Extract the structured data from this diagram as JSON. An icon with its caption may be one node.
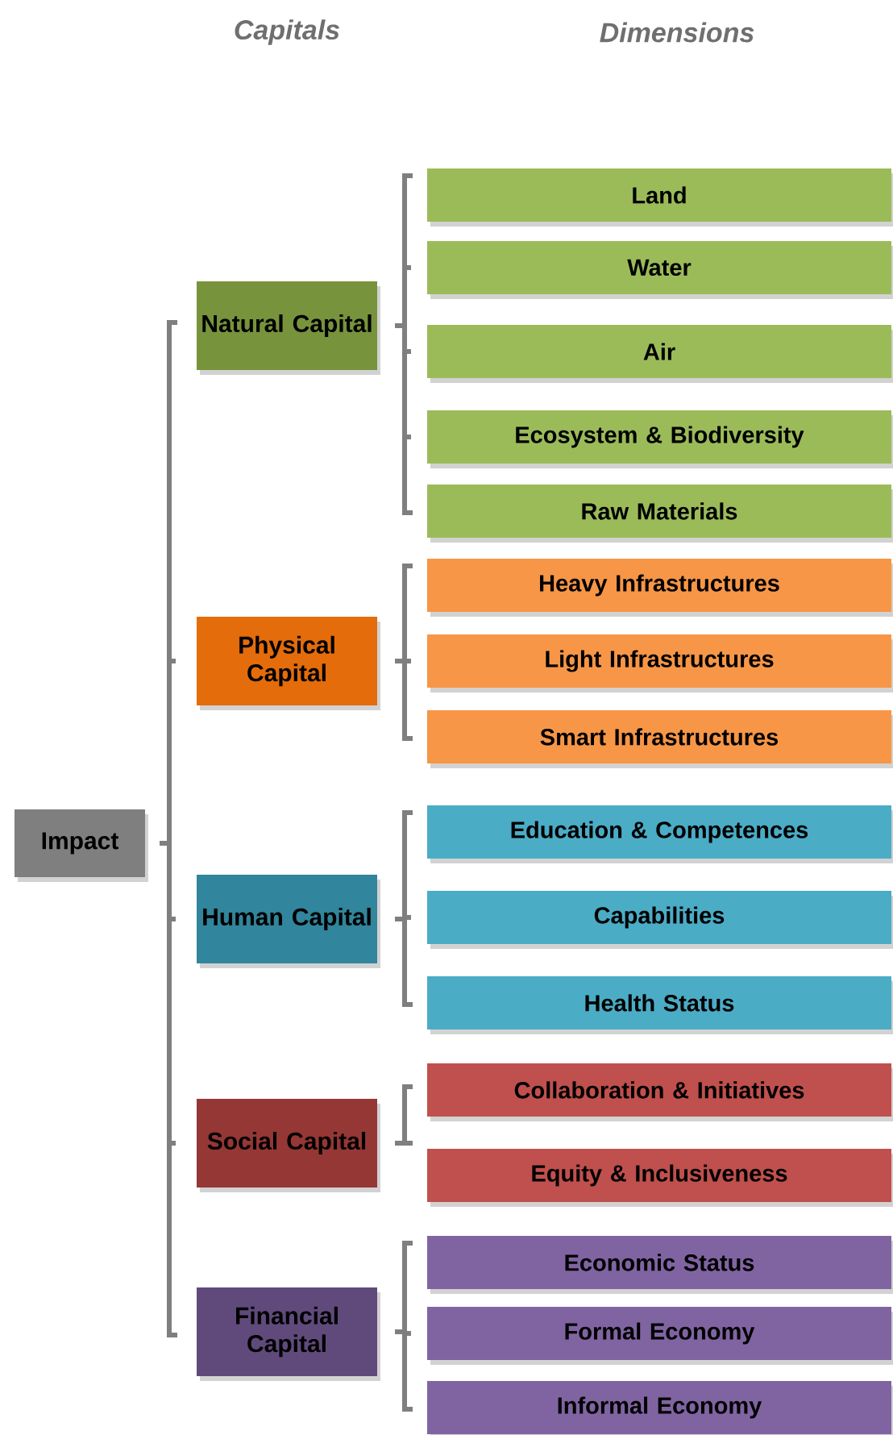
{
  "diagram": {
    "nodes": [
      {
        "text": [
          "Impact"
        ]
      },
      {
        "text": [
          "Natural Capital"
        ]
      },
      {
        "text": [
          "Physical Capital"
        ]
      },
      {
        "text": [
          "Human Capital"
        ]
      },
      {
        "text": [
          "Social Capital"
        ]
      },
      {
        "text": [
          "Financial Capital"
        ]
      },
      {
        "text": [
          "Land"
        ]
      },
      {
        "text": [
          "Water"
        ]
      },
      {
        "text": [
          "Air"
        ]
      },
      {
        "text": [
          "Ecosystem & Biodiversity"
        ]
      },
      {
        "text": [
          "Raw Materials"
        ]
      },
      {
        "text": [
          "Heavy Infrastructures"
        ]
      },
      {
        "text": [
          "Light Infrastructures"
        ]
      },
      {
        "text": [
          "Smart Infrastructures"
        ]
      },
      {
        "text": [
          "Education & Competences"
        ]
      },
      {
        "text": [
          "Capabilities"
        ]
      },
      {
        "text": [
          "Health Status"
        ]
      },
      {
        "text": [
          "Collaboration & Initiatives"
        ]
      },
      {
        "text": [
          "Equity & Inclusiveness"
        ]
      },
      {
        "text": [
          "Economic Status"
        ]
      },
      {
        "text": [
          "Formal Economy"
        ]
      },
      {
        "text": [
          "Informal Economy"
        ]
      }
    ],
    "labels": [
      "Capitals",
      "Dimensions"
    ]
  }
}
